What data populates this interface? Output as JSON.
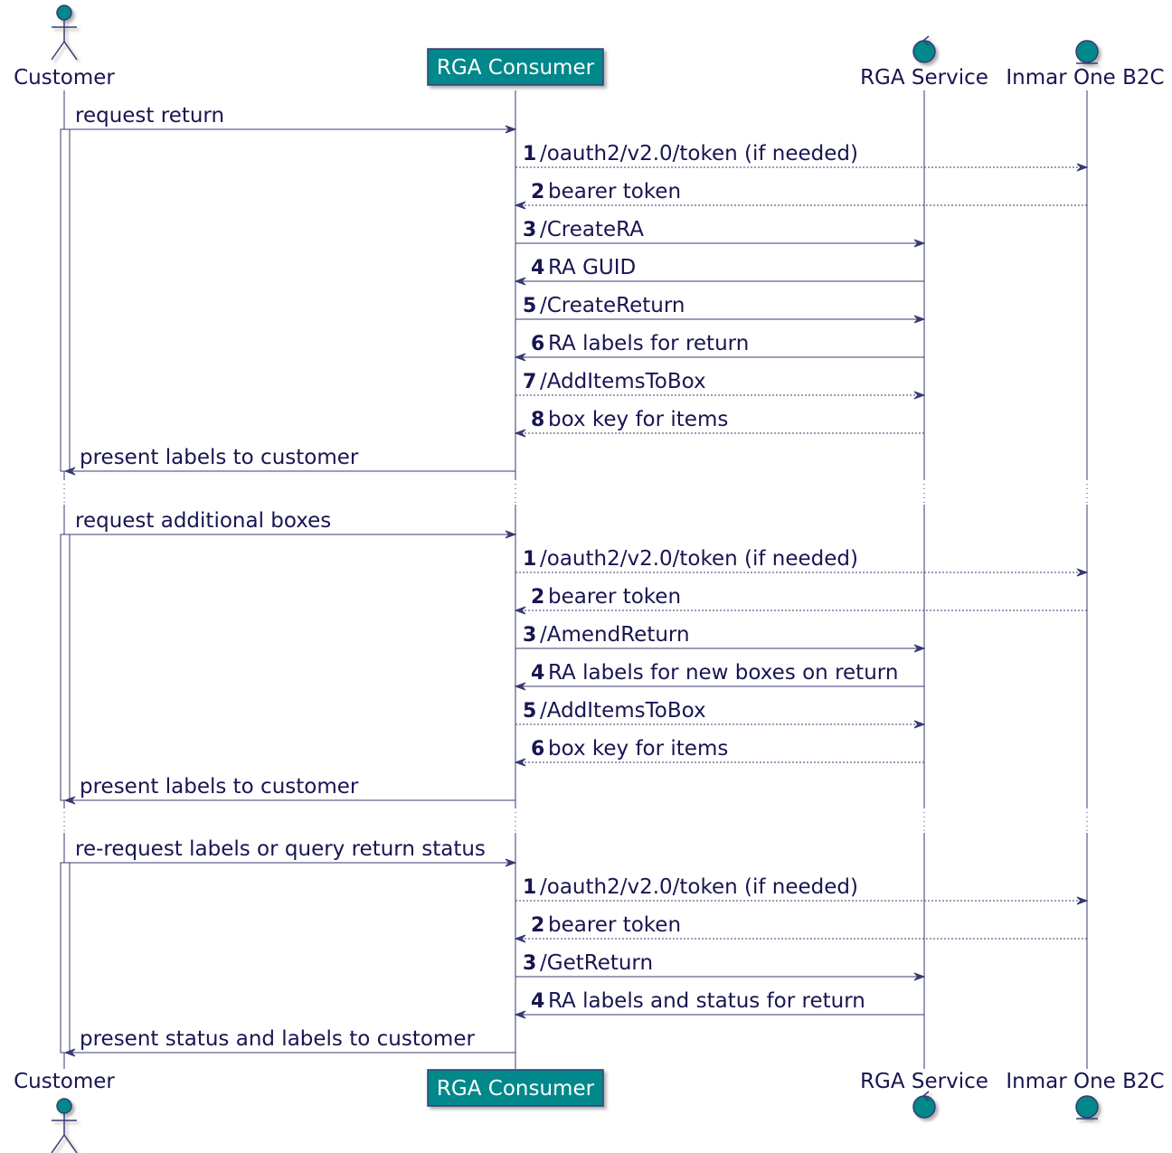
{
  "participants": [
    {
      "id": "customer",
      "name": "Customer",
      "kind": "actor"
    },
    {
      "id": "consumer",
      "name": "RGA Consumer",
      "kind": "box"
    },
    {
      "id": "service",
      "name": "RGA Service",
      "kind": "control"
    },
    {
      "id": "b2c",
      "name": "Inmar One B2C",
      "kind": "entity"
    }
  ],
  "colors": {
    "line": "#383a72",
    "text": "#181552",
    "fill": "#00888a",
    "box_text": "#ffffff"
  },
  "sections": [
    {
      "messages": [
        {
          "from": "customer",
          "to": "consumer",
          "label": "request return",
          "style": "solid"
        },
        {
          "num": "1",
          "from": "consumer",
          "to": "b2c",
          "label": "/oauth2/v2.0/token (if needed)",
          "style": "dotted"
        },
        {
          "num": "2",
          "from": "b2c",
          "to": "consumer",
          "label": "bearer token",
          "style": "dotted"
        },
        {
          "num": "3",
          "from": "consumer",
          "to": "service",
          "label": "/CreateRA",
          "style": "solid"
        },
        {
          "num": "4",
          "from": "service",
          "to": "consumer",
          "label": "RA GUID",
          "style": "solid"
        },
        {
          "num": "5",
          "from": "consumer",
          "to": "service",
          "label": "/CreateReturn",
          "style": "solid"
        },
        {
          "num": "6",
          "from": "service",
          "to": "consumer",
          "label": "RA labels for return",
          "style": "solid"
        },
        {
          "num": "7",
          "from": "consumer",
          "to": "service",
          "label": "/AddItemsToBox",
          "style": "dotted"
        },
        {
          "num": "8",
          "from": "service",
          "to": "consumer",
          "label": "box key for items",
          "style": "dotted"
        },
        {
          "from": "consumer",
          "to": "customer",
          "label": "present labels to customer",
          "style": "solid"
        }
      ]
    },
    {
      "messages": [
        {
          "from": "customer",
          "to": "consumer",
          "label": "request additional boxes",
          "style": "solid"
        },
        {
          "num": "1",
          "from": "consumer",
          "to": "b2c",
          "label": "/oauth2/v2.0/token (if needed)",
          "style": "dotted"
        },
        {
          "num": "2",
          "from": "b2c",
          "to": "consumer",
          "label": "bearer token",
          "style": "dotted"
        },
        {
          "num": "3",
          "from": "consumer",
          "to": "service",
          "label": "/AmendReturn",
          "style": "solid"
        },
        {
          "num": "4",
          "from": "service",
          "to": "consumer",
          "label": "RA labels for new boxes on return",
          "style": "solid"
        },
        {
          "num": "5",
          "from": "consumer",
          "to": "service",
          "label": "/AddItemsToBox",
          "style": "dotted"
        },
        {
          "num": "6",
          "from": "service",
          "to": "consumer",
          "label": "box key for items",
          "style": "dotted"
        },
        {
          "from": "consumer",
          "to": "customer",
          "label": "present labels to customer",
          "style": "solid"
        }
      ]
    },
    {
      "messages": [
        {
          "from": "customer",
          "to": "consumer",
          "label": "re-request labels or query return status",
          "style": "solid"
        },
        {
          "num": "1",
          "from": "consumer",
          "to": "b2c",
          "label": "/oauth2/v2.0/token (if needed)",
          "style": "dotted"
        },
        {
          "num": "2",
          "from": "b2c",
          "to": "consumer",
          "label": "bearer token",
          "style": "dotted"
        },
        {
          "num": "3",
          "from": "consumer",
          "to": "service",
          "label": "/GetReturn",
          "style": "solid"
        },
        {
          "num": "4",
          "from": "service",
          "to": "consumer",
          "label": "RA labels and status for return",
          "style": "solid"
        },
        {
          "from": "consumer",
          "to": "customer",
          "label": "present status and labels to customer",
          "style": "solid"
        }
      ]
    }
  ]
}
